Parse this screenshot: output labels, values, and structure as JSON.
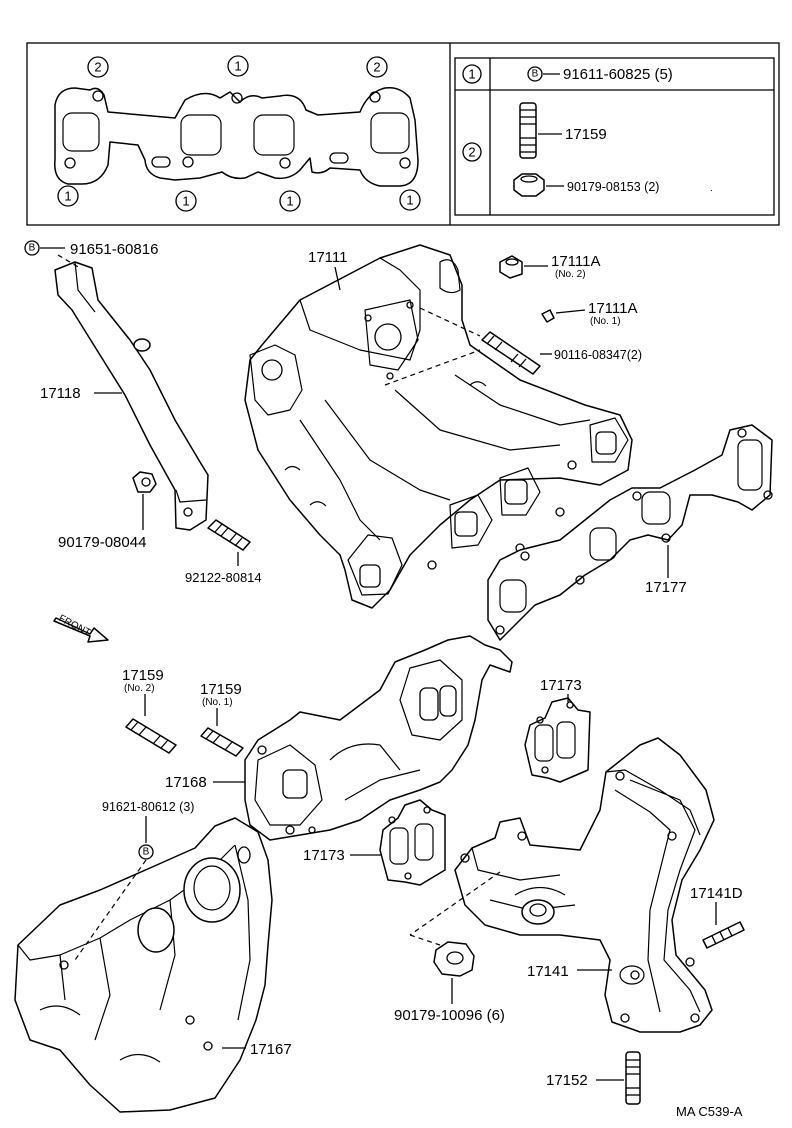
{
  "legend": {
    "row1_ref": "1",
    "row1_mark": "B",
    "row1_part": "91611-60825 (5)",
    "row2_ref": "2",
    "row2_part_a": "17159",
    "row2_part_b": "90179-08153 (2)"
  },
  "gasket_refs": {
    "top_left": "2",
    "top_center": "1",
    "top_right": "2",
    "bottom_1": "1",
    "bottom_2": "1",
    "bottom_3": "1",
    "bottom_4": "1"
  },
  "labels": {
    "bolt_mark": "B",
    "p91651": "91651-60816",
    "p17111": "17111",
    "p17111A_a": "17111A",
    "p17111A_a_sub": "(No. 2)",
    "p17111A_b": "17111A",
    "p17111A_b_sub": "(No. 1)",
    "p90116": "90116-08347(2)",
    "p17118": "17118",
    "p90179_08044": "90179-08044",
    "p92122": "92122-80814",
    "p17177": "17177",
    "front": "FRONT",
    "p17159_2": "17159",
    "p17159_2_sub": "(No. 2)",
    "p17159_1": "17159",
    "p17159_1_sub": "(No. 1)",
    "p17173_a": "17173",
    "p17168": "17168",
    "p91621": "91621-80612 (3)",
    "p91621_mark": "B",
    "p17173_b": "17173",
    "p17141D": "17141D",
    "p17141": "17141",
    "p90179_10096": "90179-10096 (6)",
    "p17167": "17167",
    "p17152": "17152",
    "code": "MA  C539-A"
  }
}
